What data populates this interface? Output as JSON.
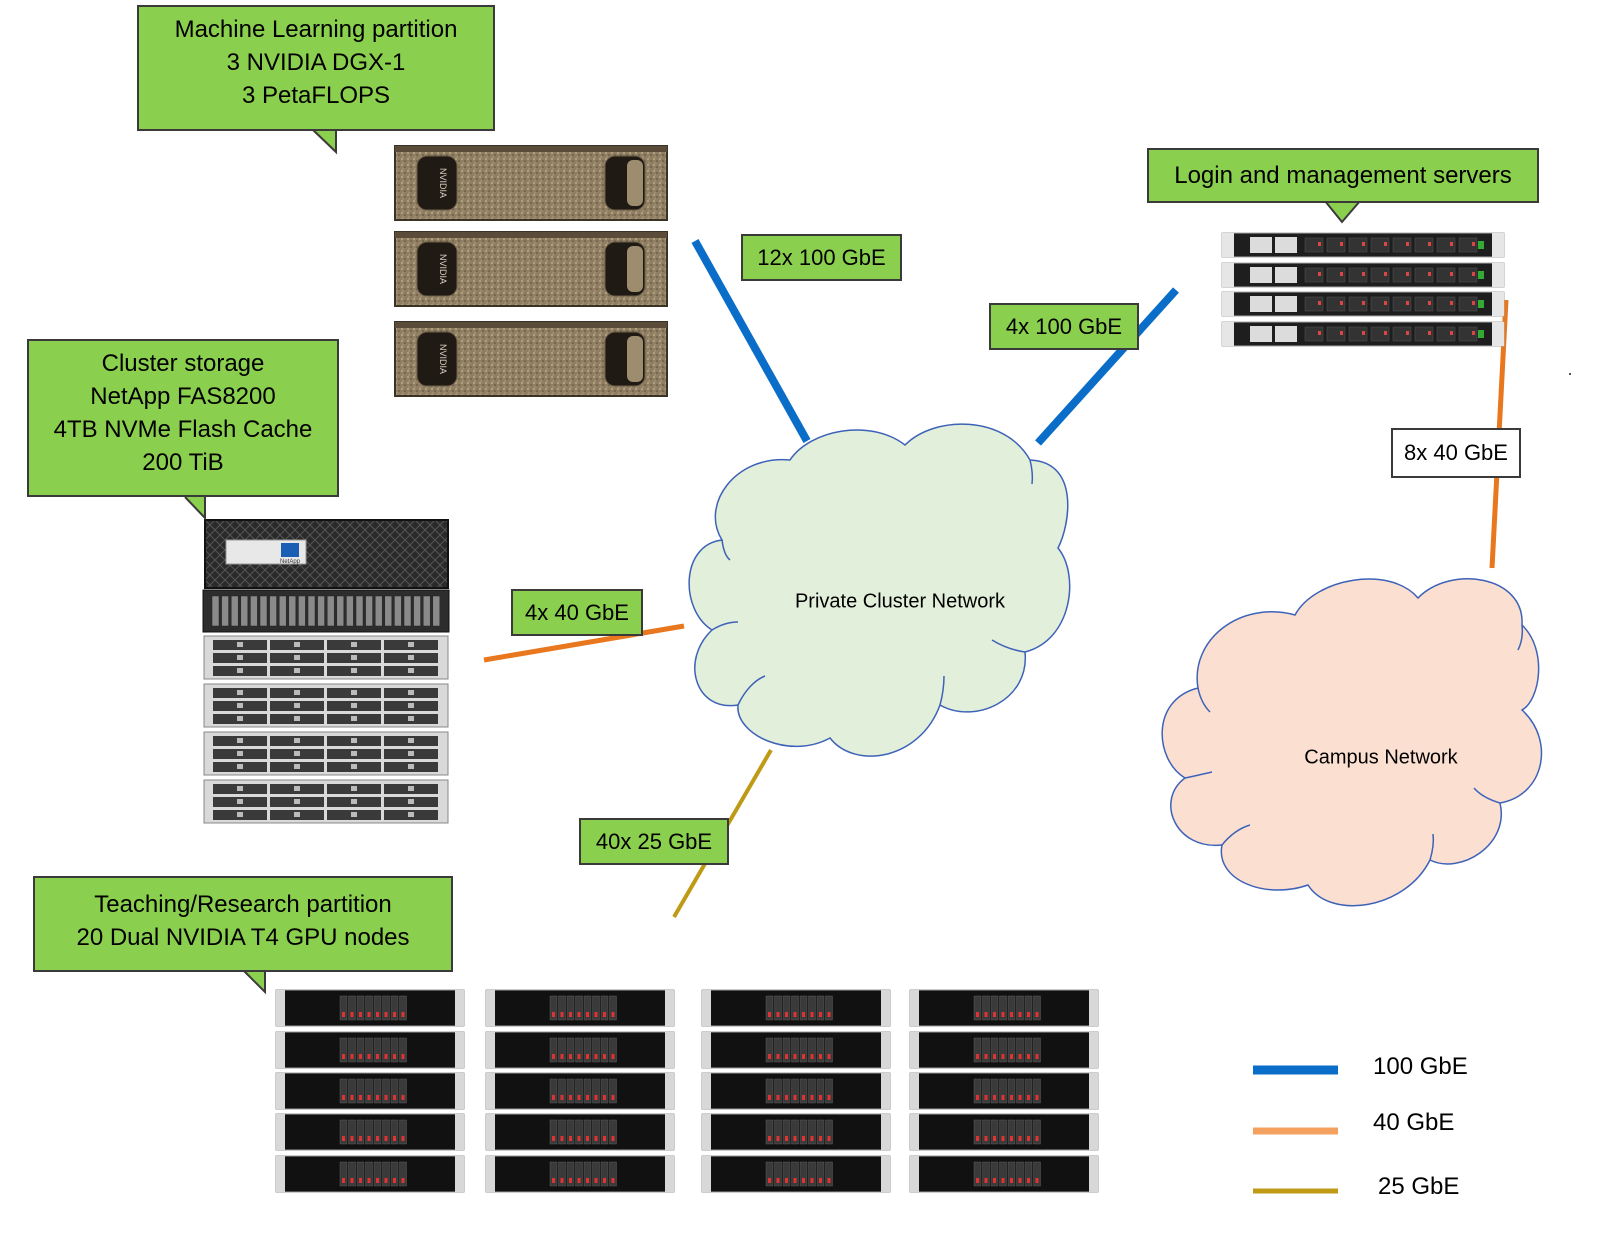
{
  "callouts": {
    "ml": [
      "Machine Learning partition",
      "3 NVIDIA DGX-1",
      "3 PetaFLOPS"
    ],
    "storage": [
      "Cluster storage",
      "NetApp FAS8200",
      "4TB NVMe Flash Cache",
      "200 TiB"
    ],
    "teaching": [
      "Teaching/Research partition",
      "20 Dual NVIDIA T4 GPU nodes"
    ],
    "login": [
      "Login and management servers"
    ]
  },
  "links": {
    "dgx": "12x 100 GbE",
    "login": "4x 100 GbE",
    "storage": "4x 40 GbE",
    "teaching": "40x 25 GbE",
    "campus": "8x 40 GbE"
  },
  "clouds": {
    "private": "Private Cluster Network",
    "campus": "Campus Network"
  },
  "legend": [
    {
      "label": "100 GbE",
      "color": "#0a6ec8"
    },
    {
      "label": "40 GbE",
      "color": "#f4a05f"
    },
    {
      "label": "25 GbE",
      "color": "#bf9a14"
    }
  ],
  "colors": {
    "callout": "#8bcf4f",
    "private_cloud": "#e2efda",
    "campus_cloud": "#fbe0d2",
    "cloud_stroke": "#3d62b8",
    "link_100": "#0a6ec8",
    "link_40": "#e8771e",
    "link_25": "#bf9a14"
  },
  "equipment": {
    "dgx_logo": "NVIDIA",
    "netapp_logo": "NetApp"
  }
}
